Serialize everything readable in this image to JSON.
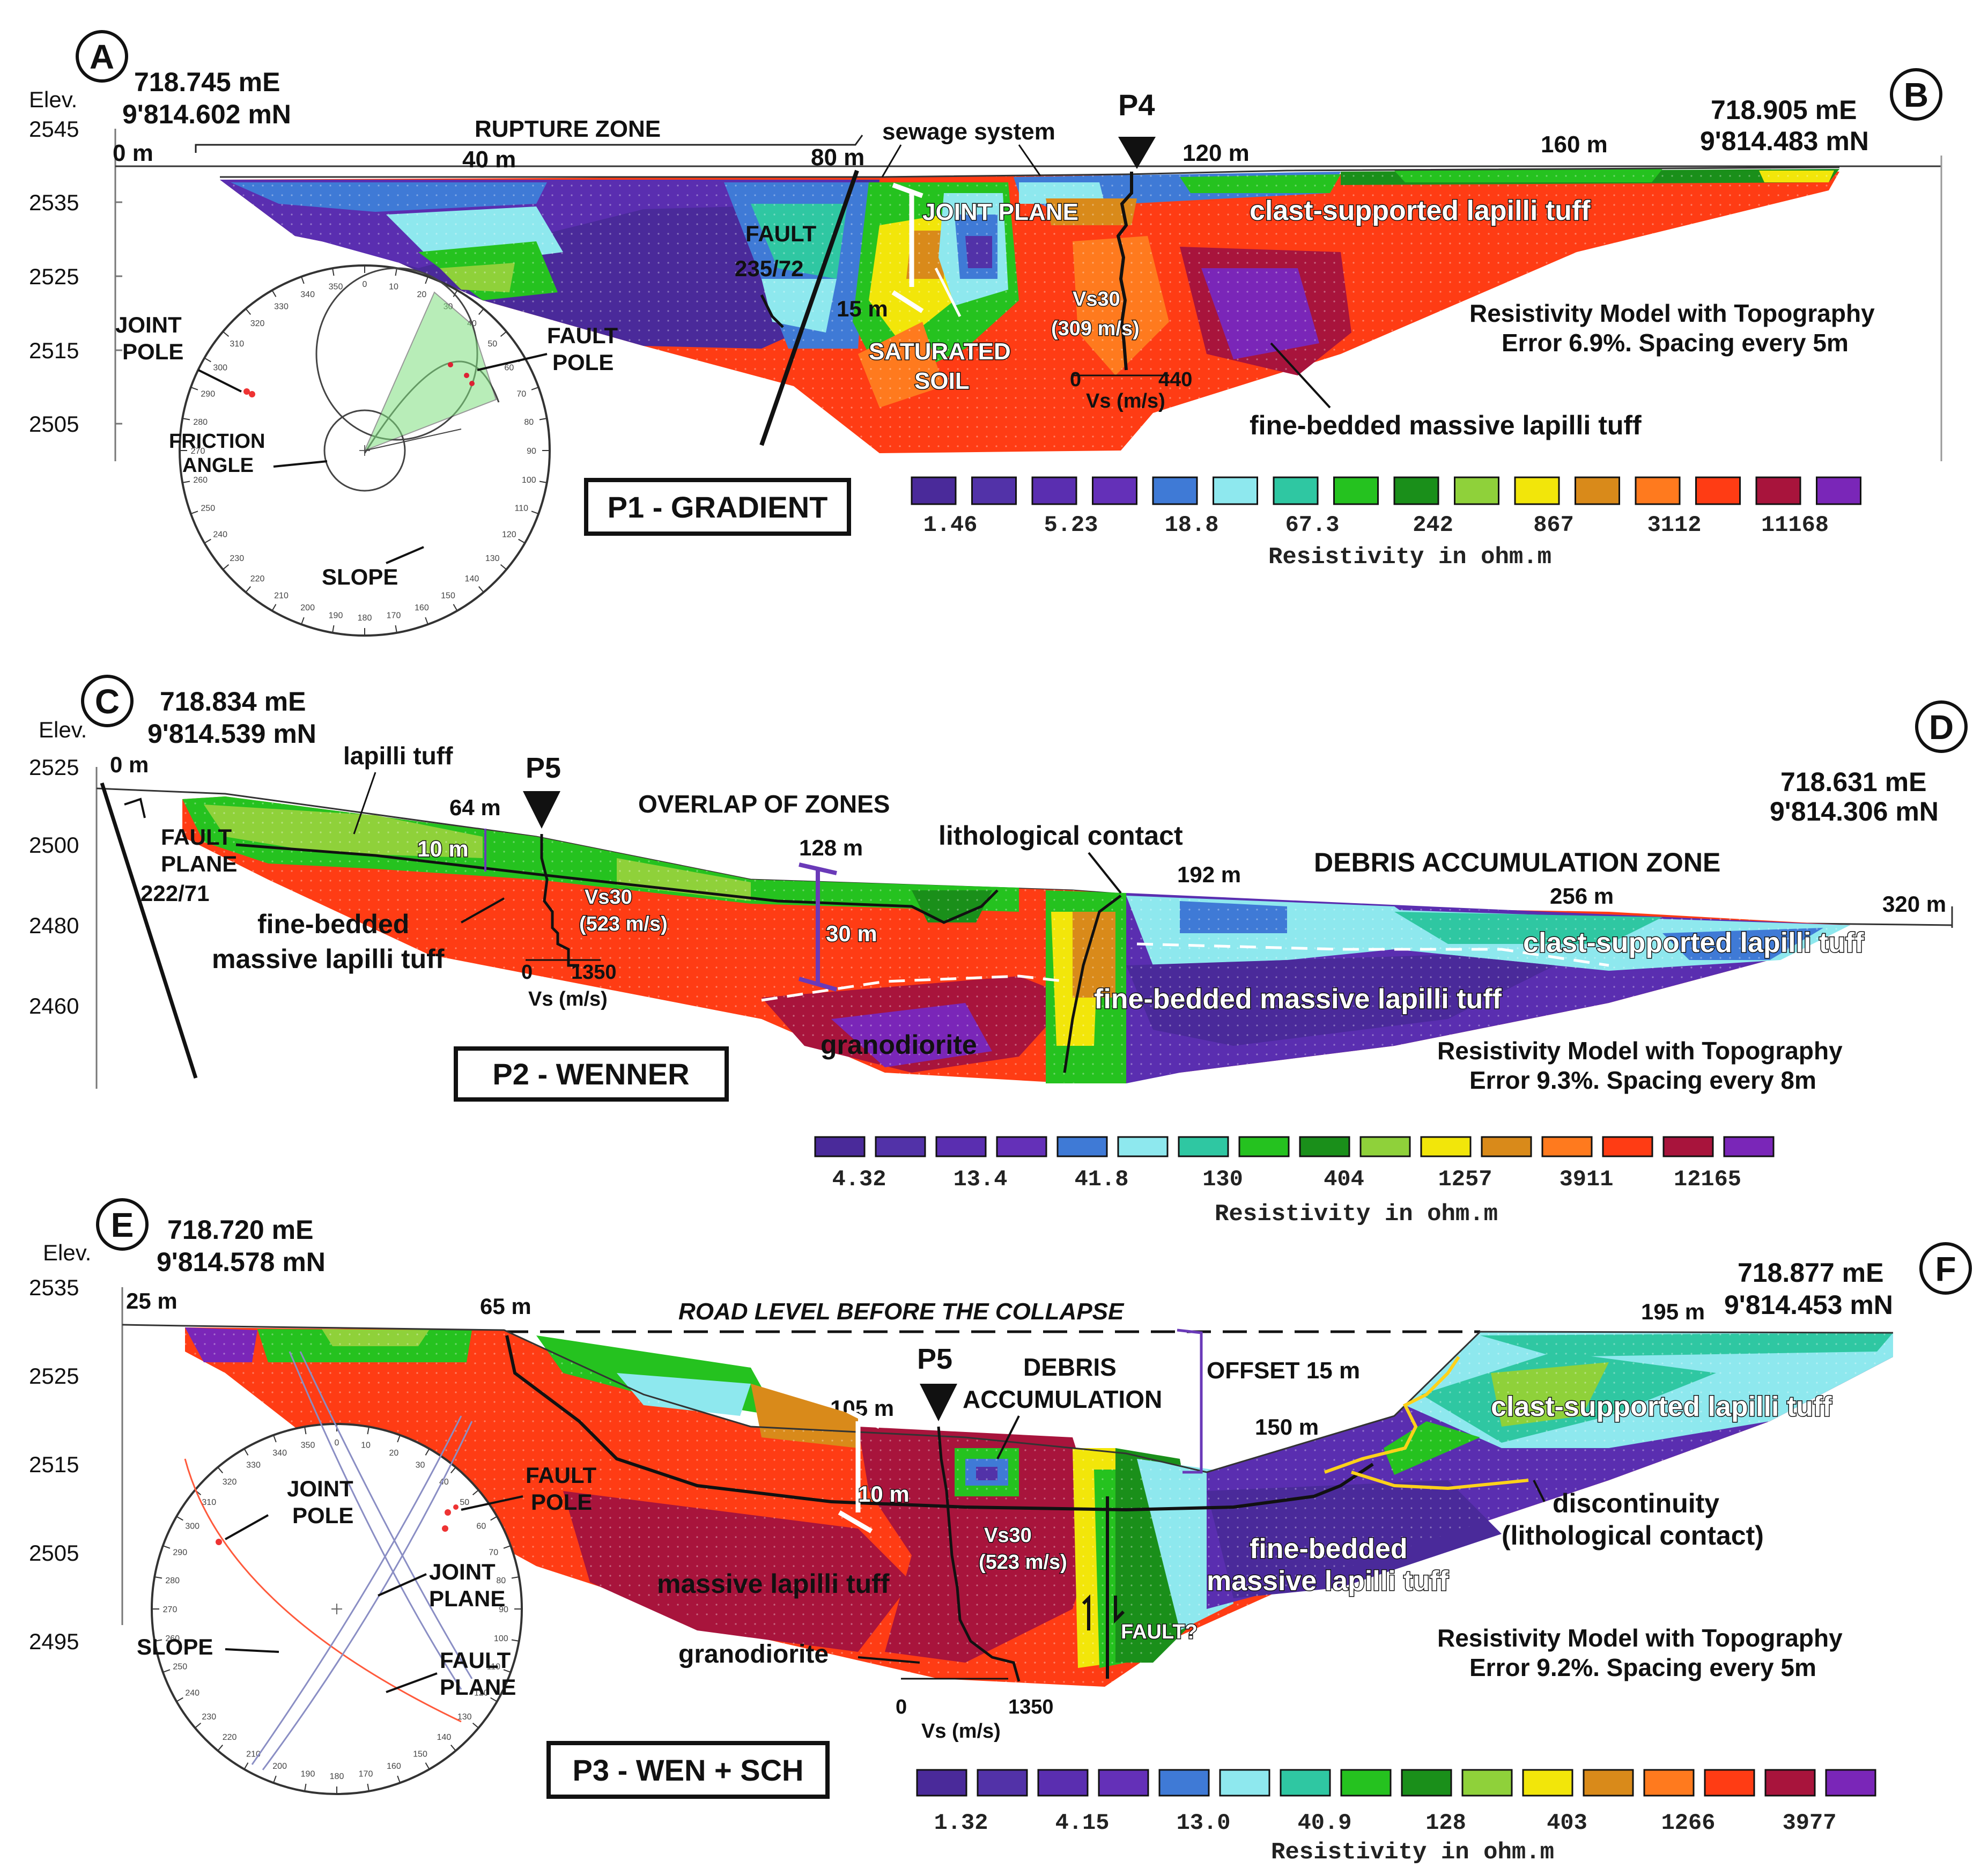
{
  "palette": [
    "#4a2a9a",
    "#5232a8",
    "#5a2eb0",
    "#6430b8",
    "#3f7ad6",
    "#8ee8ee",
    "#2fc7a2",
    "#25c21f",
    "#1a8f1a",
    "#8fd13a",
    "#f2e60a",
    "#d98a1a",
    "#ff7a1e",
    "#ff3c14",
    "#a8143c",
    "#7a26b8"
  ],
  "panel1": {
    "letter_start": "A",
    "letter_end": "B",
    "elev_label": "Elev.",
    "coord_start_e": "718.745 mE",
    "coord_start_n": "9'814.602 mN",
    "coord_end_e": "718.905 mE",
    "coord_end_n": "9'814.483 mN",
    "elev_ticks": [
      "2545",
      "2535",
      "2525",
      "2515",
      "2505"
    ],
    "dist_ticks": [
      "0 m",
      "40 m",
      "80 m",
      "120 m",
      "160 m"
    ],
    "rupture_zone": "RUPTURE ZONE",
    "sewage": "sewage system",
    "station": "P4",
    "joint_plane": "JOINT PLANE",
    "clast": "clast-supported lapilli tuff",
    "fault": "FAULT",
    "fault_orient": "235/72",
    "depth15": "15 m",
    "saturated": "SATURATED",
    "soil": "SOIL",
    "vs30": "Vs30",
    "vs30_val": "(309 m/s)",
    "vs_min": "0",
    "vs_max": "440",
    "vs_unit": "Vs (m/s)",
    "model": "Resistivity Model with Topography",
    "error": "Error 6.9%. Spacing every 5m",
    "fine": "fine-bedded massive lapilli tuff",
    "title": "P1 - GRADIENT",
    "scale_values": [
      "1.46",
      "5.23",
      "18.8",
      "67.3",
      "242",
      "867",
      "3112",
      "11168"
    ],
    "scale_title": "Resistivity in ohm.m",
    "stereo_labels": {
      "joint_pole_1": "JOINT",
      "joint_pole_2": "POLE",
      "fault_pole_1": "FAULT",
      "fault_pole_2": "POLE",
      "friction_1": "FRICTION",
      "friction_2": "ANGLE",
      "slope": "SLOPE"
    }
  },
  "panel2": {
    "letter_start": "C",
    "letter_end": "D",
    "elev_label": "Elev.",
    "coord_start_e": "718.834 mE",
    "coord_start_n": "9'814.539 mN",
    "coord_end_e": "718.631 mE",
    "coord_end_n": "9'814.306 mN",
    "elev_ticks": [
      "2525",
      "2500",
      "2480",
      "2460"
    ],
    "dist_ticks": [
      "0 m",
      "64 m",
      "128 m",
      "192 m",
      "256 m",
      "320 m"
    ],
    "lapilli": "lapilli tuff",
    "station": "P5",
    "overlap": "OVERLAP OF ZONES",
    "litho": "lithological contact",
    "debris": "DEBRIS ACCUMULATION ZONE",
    "fault_1": "FAULT",
    "fault_2": "PLANE",
    "fault_orient": "222/71",
    "depth10": "10 m",
    "fine_1": "fine-bedded",
    "fine_2": "massive lapilli tuff",
    "vs30": "Vs30",
    "vs30_val": "(523 m/s)",
    "depth30": "30 m",
    "vs_min": "0",
    "vs_max": "1350",
    "vs_unit": "Vs (m/s)",
    "clast": "clast-supported lapilli tuff",
    "fine_full": "fine-bedded massive lapilli tuff",
    "granodiorite": "granodiorite",
    "model": "Resistivity Model with Topography",
    "error": "Error 9.3%. Spacing every 8m",
    "title": "P2 - WENNER",
    "scale_values": [
      "4.32",
      "13.4",
      "41.8",
      "130",
      "404",
      "1257",
      "3911",
      "12165"
    ],
    "scale_title": "Resistivity in ohm.m"
  },
  "panel3": {
    "letter_start": "E",
    "letter_end": "F",
    "elev_label": "Elev.",
    "coord_start_e": "718.720 mE",
    "coord_start_n": "9'814.578 mN",
    "coord_end_e": "718.877 mE",
    "coord_end_n": "9'814.453 mN",
    "elev_ticks": [
      "2535",
      "2525",
      "2515",
      "2505",
      "2495"
    ],
    "dist_ticks": [
      "25 m",
      "65 m",
      "105 m",
      "150 m",
      "195 m"
    ],
    "road": "ROAD LEVEL BEFORE THE COLLAPSE",
    "station": "P5",
    "debris_1": "DEBRIS",
    "debris_2": "ACCUMULATION",
    "offset": "OFFSET 15 m",
    "clast": "clast-supported lapilli tuff",
    "depth10": "10 m",
    "vs30": "Vs30",
    "vs30_val": "(523 m/s)",
    "discont_1": "discontinuity",
    "discont_2": "(lithological contact)",
    "fine_1": "fine-bedded",
    "fine_2": "massive lapilli tuff",
    "massive": "massive lapilli tuff",
    "fault_q": "FAULT?",
    "granodiorite": "granodiorite",
    "vs_min": "0",
    "vs_max": "1350",
    "vs_unit": "Vs (m/s)",
    "model": "Resistivity Model with Topography",
    "error": "Error 9.2%. Spacing every 5m",
    "title": "P3 - WEN + SCH",
    "scale_values": [
      "1.32",
      "4.15",
      "13.0",
      "40.9",
      "128",
      "403",
      "1266",
      "3977"
    ],
    "scale_title": "Resistivity in ohm.m",
    "stereo_labels": {
      "joint_pole_1": "JOINT",
      "joint_pole_2": "POLE",
      "fault_pole_1": "FAULT",
      "fault_pole_2": "POLE",
      "joint_plane_1": "JOINT",
      "joint_plane_2": "PLANE",
      "fault_plane_1": "FAULT",
      "fault_plane_2": "PLANE",
      "slope": "SLOPE"
    }
  }
}
